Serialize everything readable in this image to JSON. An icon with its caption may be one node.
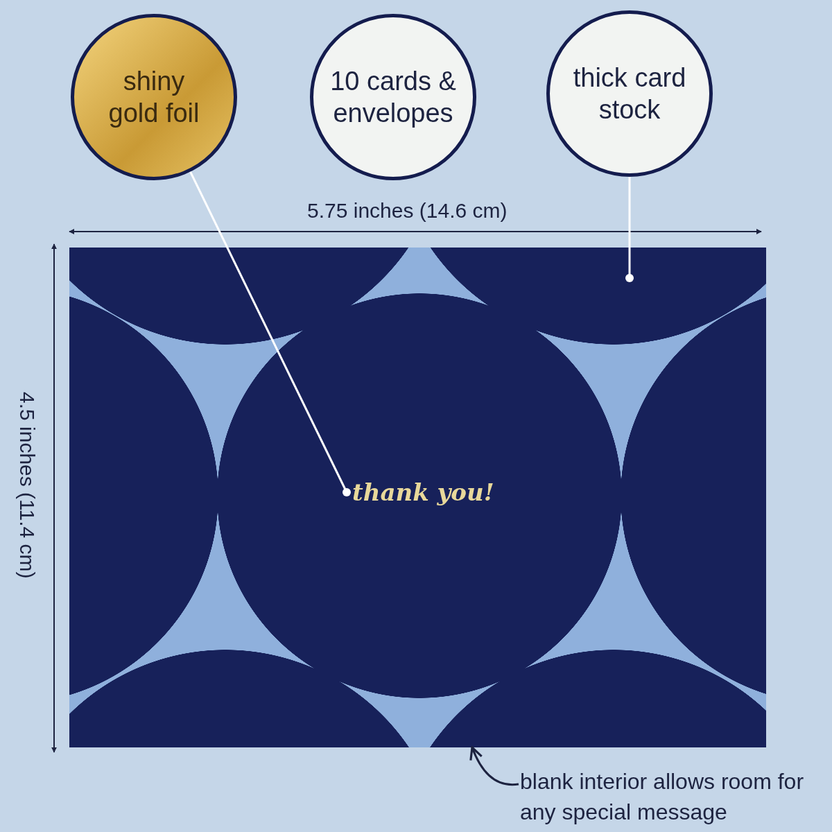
{
  "diagram": {
    "nodes": [
      {
        "text": [
          "shiny gold foil"
        ]
      },
      {
        "text": [
          "10 cards & envelopes"
        ]
      },
      {
        "text": [
          "thick card stock"
        ]
      },
      {
        "text": [],
        "shape": "box"
      },
      {
        "text": [
          "thank you!"
        ],
        "in": 3
      },
      {
        "text": [
          "blank interior allows room for any special message"
        ]
      }
    ],
    "edges": [
      {
        "from": 0,
        "to": 4,
        "arrow": "other"
      },
      {
        "from": 2,
        "to": 3,
        "arrow": "other"
      },
      {
        "from": 5,
        "to": 3,
        "arrow": "to",
        "color": "#1d2340"
      }
    ],
    "labels": [
      "5.75 inches (14.6 cm)",
      "4.5 inches (11.4 cm)"
    ]
  }
}
